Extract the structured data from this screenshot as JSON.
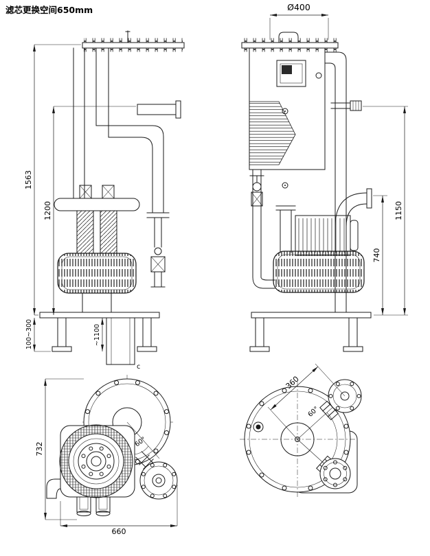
{
  "title": "滤芯更换空间650mm",
  "front_view": {
    "overall_height": "1563",
    "inlet_height": "1200",
    "leg_adjust_range": "100~300",
    "overall_width": "~1100",
    "label_c": "c"
  },
  "side_view": {
    "top_flange_diameter": "Ø400",
    "pipe_height": "1150",
    "outlet_height": "740"
  },
  "plan_pump_view": {
    "overall_depth": "732",
    "overall_width": "660",
    "nozzle_angle": "60°"
  },
  "plan_tank_view": {
    "nozzle_offset": "360",
    "nozzle_angle": "60°"
  }
}
